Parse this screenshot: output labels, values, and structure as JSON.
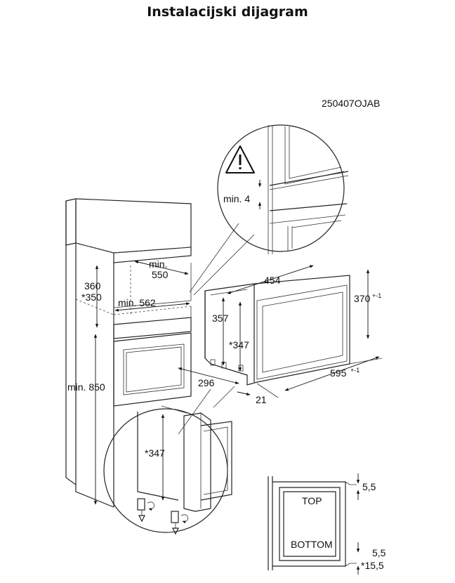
{
  "title": "Instalacijski dijagram",
  "diagram_code": "250407OJAB",
  "dimensions": {
    "niche_min_depth": [
      "min.",
      "550"
    ],
    "niche_height_360": "360",
    "niche_height_350": "*350",
    "niche_min_width": "min. 562",
    "min_height_850": "min. 850",
    "depth_296": "296",
    "depth_21": "21",
    "width_454": "454",
    "height_357": "357",
    "height_347": "*347",
    "width_595": "595",
    "width_595_tol": "+-1",
    "height_370": "370",
    "height_370_tol": "+-1",
    "gap_min_4": "min. 4",
    "detail_height_347": "*347",
    "side_5_5_top": "5,5",
    "side_5_5_bottom": "5,5",
    "side_15_5": "*15,5"
  },
  "labels": {
    "top": "TOP",
    "bottom": "BOTTOM"
  },
  "icons": {
    "warning": "warning-triangle-icon"
  }
}
